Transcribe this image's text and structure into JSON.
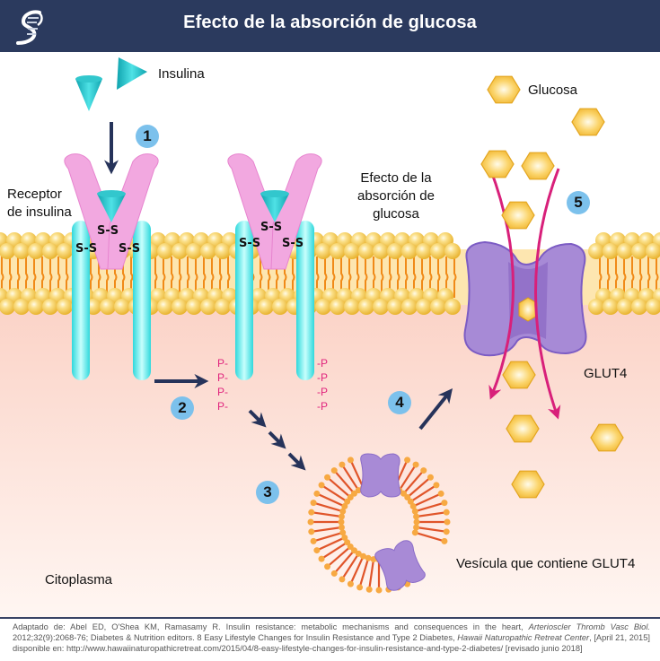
{
  "header": {
    "title": "Efecto de la absorción de glucosa",
    "logo_icon": "dna-helix-logo"
  },
  "labels": {
    "insulin": "Insulina",
    "receptor_line1": "Receptor",
    "receptor_line2": "de insulina",
    "effect_line1": "Efecto de la",
    "effect_line2": "absorción de",
    "effect_line3": "glucosa",
    "glucose": "Glucosa",
    "glut4": "GLUT4",
    "vesicle": "Vesícula que contiene GLUT4",
    "cytoplasm": "Citoplasma"
  },
  "disulfide": {
    "bond": "S-S"
  },
  "phospho": {
    "left": "P-",
    "right": "-P"
  },
  "steps": [
    "1",
    "2",
    "3",
    "4",
    "5"
  ],
  "colors": {
    "header_bg": "#2b3a5e",
    "step_circle": "#7cc1ec",
    "receptor_pink": "#f2a8e0",
    "insulin_teal": "#18b5bf",
    "transmembrane_cyan": "#5ef0ee",
    "lipid_head": "#f7c84a",
    "lipid_tail": "#f08a18",
    "glut4_purple": "#9b7ed0",
    "arrow_navy": "#26335a",
    "transport_magenta": "#d8207a",
    "cytoplasm_pink": "#fbd8cf",
    "phospho_pink": "#e0247d"
  },
  "footer": {
    "prefix": "Adaptado de: Abel ED, O'Shea KM, Ramasamy R. Insulin resistance: metabolic mechanisms and consequences in the heart,",
    "journal": "Arterioscler Thromb Vasc Biol.",
    "part2": "2012;32(9):2068-76; Diabetes & Nutrition editors. 8 Easy Lifestyle Changes for Insulin Resistance and Type 2 Diabetes,",
    "source": "Hawaii Naturopathic Retreat Center",
    "date": ", [April 21, 2015]",
    "part3": "disponible en: http://www.hawaiinaturopathicretreat.com/2015/04/8-easy-lifestyle-changes-for-insulin-resistance-and-type-2-diabetes/ [revisado junio 2018]"
  }
}
